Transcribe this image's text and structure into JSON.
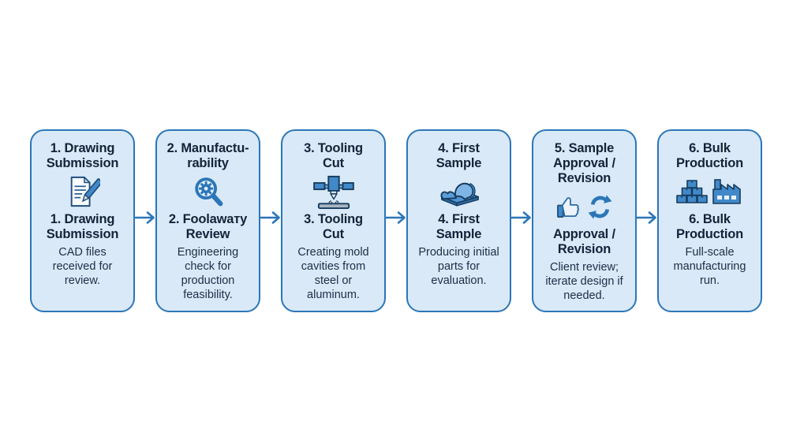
{
  "diagram": {
    "background_color": "#ffffff",
    "box_fill_color": "#d9e9f7",
    "box_border_color": "#2b76b8",
    "arrow_color": "#2b76b8",
    "title_color": "#14233a",
    "description_color": "#1e2d47",
    "steps": [
      {
        "title": "1. Drawing\nSubmission",
        "subtitle": "1. Drawing\nSubmission",
        "description": "CAD files\nreceived for\nreview.",
        "icons": [
          "document-pencil-icon"
        ]
      },
      {
        "title": "2. Manufactu-\nrability",
        "subtitle": "2. Foolawaтy\nReview",
        "description": "Engineering\ncheck for\nproduction\nfeasibility.",
        "icons": [
          "magnifier-gear-icon"
        ]
      },
      {
        "title": "3. Tooling\nCut",
        "subtitle": "3. Tooling\nCut",
        "description": "Creating mold\ncavities from\nsteel or\naluminum.",
        "icons": [
          "cnc-mill-icon"
        ]
      },
      {
        "title": "4. First\nSample",
        "subtitle": "4. First\nSample",
        "description": "Producing initial\nparts for\nevaluation.",
        "icons": [
          "molded-part-icon"
        ]
      },
      {
        "title": "5. Sample\nApproval /\nRevision",
        "subtitle": "Approval /\nRevision",
        "description": "Client review;\niterate design if\nneeded.",
        "icons": [
          "thumbs-up-icon",
          "refresh-icon"
        ]
      },
      {
        "title": "6. Bulk\nProduction",
        "subtitle": "6. Bulk\nProduction",
        "description": "Full-scale\nmanufacturing\nrun.",
        "icons": [
          "stacked-boxes-icon",
          "factory-icon"
        ]
      }
    ]
  }
}
